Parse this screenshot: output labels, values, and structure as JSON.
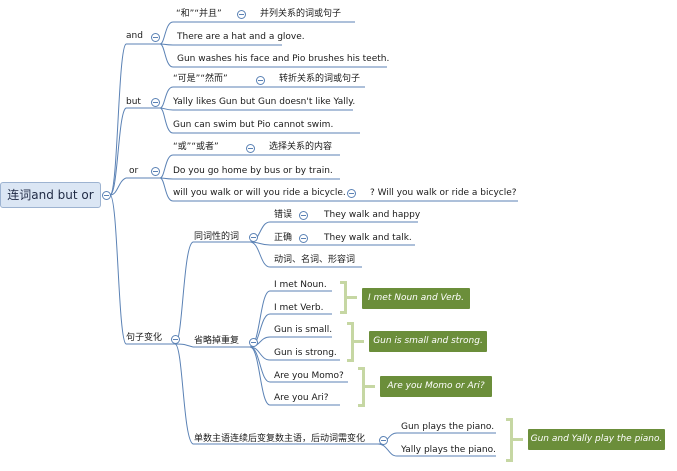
{
  "root": {
    "label": "连词and but or"
  },
  "branches": {
    "and": {
      "label": "and",
      "meaning": "“和”“并且”",
      "note": "并列关系的词或句子",
      "examples": [
        "There are a hat and a glove.",
        "Gun washes his face and Pio brushes his teeth."
      ]
    },
    "but": {
      "label": "but",
      "meaning": "“可是”“然而”",
      "note": "转折关系的词或句子",
      "examples": [
        "Yally likes Gun but Gun doesn't like Yally.",
        "Gun can swim but Pio cannot swim."
      ]
    },
    "or": {
      "label": "or",
      "meaning": "“或”“或者”",
      "note": "选择关系的内容",
      "examples": [
        "Do you go home by bus or by train.",
        "will you walk or will you ride a bicycle."
      ],
      "question": "? Will you walk or ride a bicycle?"
    },
    "change": {
      "label": "句子变化",
      "same_part": {
        "label": "同词性的词",
        "wrong": {
          "label": "错误",
          "example": "They walk and happy"
        },
        "right": {
          "label": "正确",
          "example": "They walk and talk."
        },
        "types": "动词、名词、形容词"
      },
      "omit": {
        "label": "省略掉重复",
        "pairs": [
          {
            "items": [
              "I met Noun.",
              "I met Verb."
            ],
            "result": "I met Noun and Verb."
          },
          {
            "items": [
              "Gun is small.",
              "Gun is strong."
            ],
            "result": "Gun is small and strong."
          },
          {
            "items": [
              "Are you Momo?",
              "Are you Ari?"
            ],
            "result": "Are you Momo or Ari?"
          }
        ]
      },
      "plural": {
        "label": "单数主语连续后变复数主语，后动词需变化",
        "items": [
          "Gun plays the piano.",
          "Yally plays the piano."
        ],
        "result": "Gun and Yally play the piano."
      }
    }
  },
  "colors": {
    "line": "#5b82b5",
    "callout": "#6b8e3a",
    "bracket": "#c6d7a3",
    "root_fill": "#dbe6f4"
  }
}
